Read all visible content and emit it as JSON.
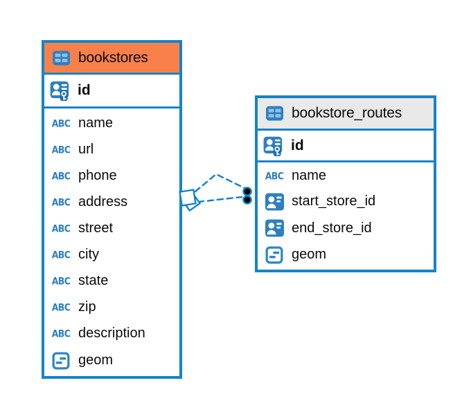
{
  "diagram": {
    "tables": [
      {
        "title": "bookstores",
        "header_color": "#F8814B",
        "primary_key": "id",
        "fields": [
          {
            "name": "name",
            "type": "text"
          },
          {
            "name": "url",
            "type": "text"
          },
          {
            "name": "phone",
            "type": "text"
          },
          {
            "name": "address",
            "type": "text"
          },
          {
            "name": "street",
            "type": "text"
          },
          {
            "name": "city",
            "type": "text"
          },
          {
            "name": "state",
            "type": "text"
          },
          {
            "name": "zip",
            "type": "text"
          },
          {
            "name": "description",
            "type": "text"
          },
          {
            "name": "geom",
            "type": "geometry"
          }
        ]
      },
      {
        "title": "bookstore_routes",
        "header_color": "#E9E9E9",
        "primary_key": "id",
        "fields": [
          {
            "name": "name",
            "type": "text"
          },
          {
            "name": "start_store_id",
            "type": "reference"
          },
          {
            "name": "end_store_id",
            "type": "reference"
          },
          {
            "name": "geom",
            "type": "geometry"
          }
        ]
      }
    ],
    "relationship": {
      "style": "dashed",
      "color": "#1583C9",
      "endpoint_dot_color": "#000000",
      "endpoint_count": 2
    }
  },
  "icons": {
    "text_type_glyph": "ABC"
  },
  "colors": {
    "accent_blue": "#1583C9",
    "icon_blue": "#2E7FC1",
    "icon_cell_blue": "#8FBFE6",
    "header_orange": "#F8814B",
    "header_gray": "#E9E9E9",
    "text": "#0a0a0a",
    "background": "#ffffff"
  }
}
